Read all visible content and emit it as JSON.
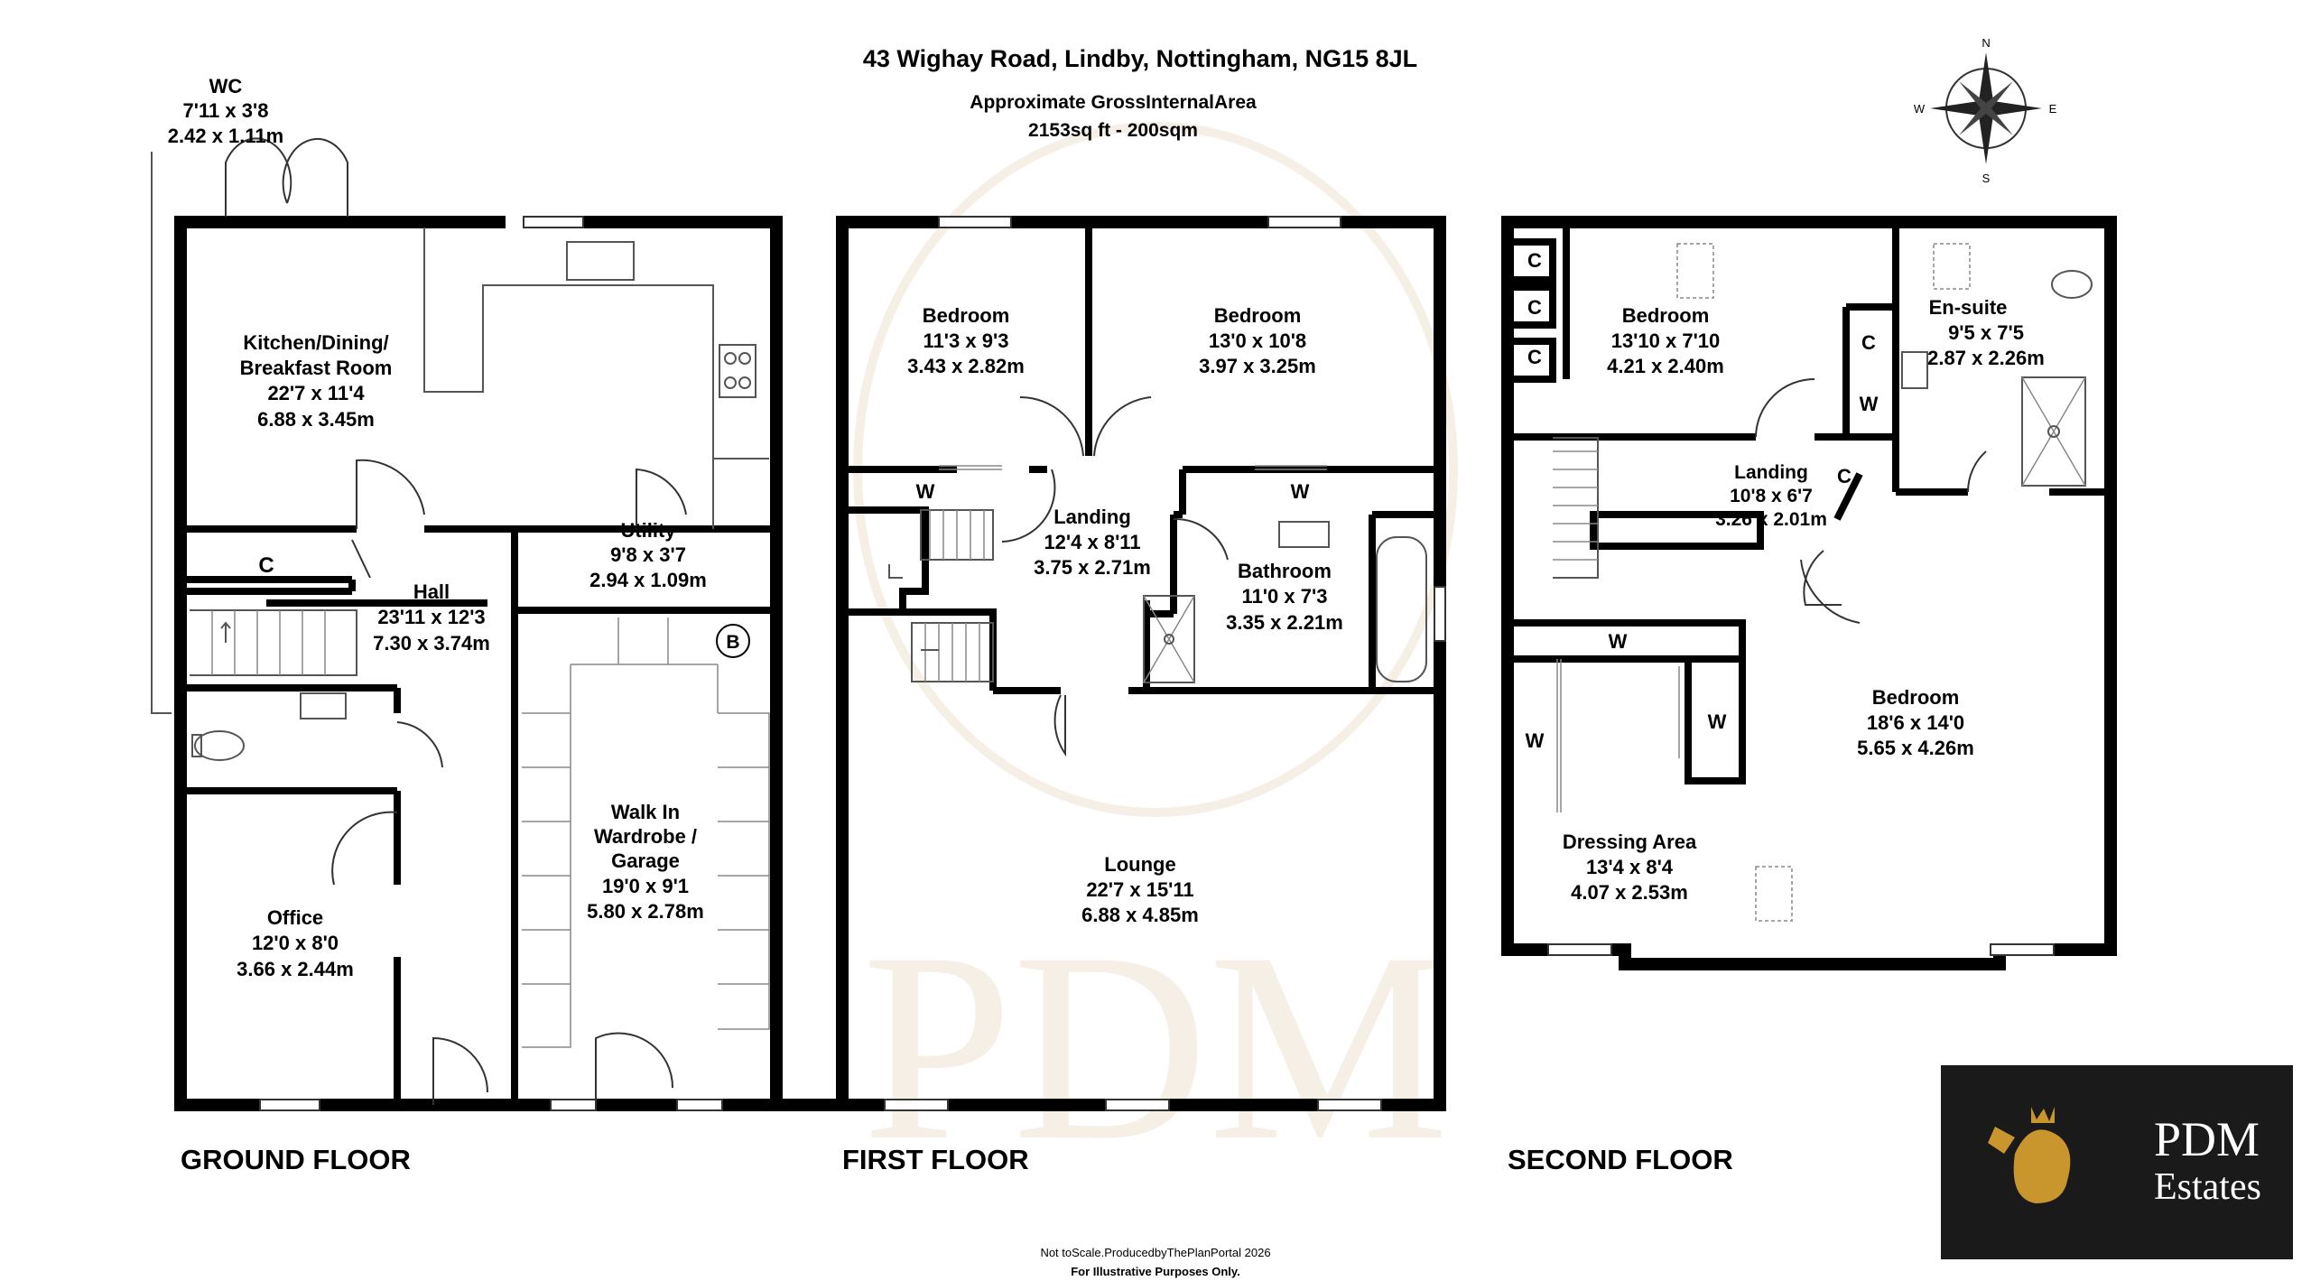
{
  "header": {
    "address": "43 Wighay Road, Lindby, Nottingham, NG15 8JL",
    "area_title": "Approximate GrossInternalArea",
    "area_value": "2153sq ft - 200sqm"
  },
  "compass": {
    "n": "N",
    "s": "S",
    "e": "E",
    "w": "W"
  },
  "floors": {
    "ground": "GROUND FLOOR",
    "first": "FIRST FLOOR",
    "second": "SECOND FLOOR"
  },
  "rooms": {
    "wc": {
      "name": "WC",
      "imperial": "7'11 x 3'8",
      "metric": "2.42 x 1.11m"
    },
    "kitchen": {
      "name1": "Kitchen/Dining/",
      "name2": "Breakfast Room",
      "imperial": "22'7 x 11'4",
      "metric": "6.88 x 3.45m"
    },
    "hall": {
      "name": "Hall",
      "imperial": "23'11 x 12'3",
      "metric": "7.30 x 3.74m"
    },
    "utility": {
      "name": "Utility",
      "imperial": "9'8 x 3'7",
      "metric": "2.94 x 1.09m"
    },
    "garage": {
      "name1": "Walk In",
      "name2": "Wardrobe /",
      "name3": "Garage",
      "imperial": "19'0 x 9'1",
      "metric": "5.80 x 2.78m"
    },
    "office": {
      "name": "Office",
      "imperial": "12'0 x 8'0",
      "metric": "3.66 x 2.44m"
    },
    "ff_bedroom1": {
      "name": "Bedroom",
      "imperial": "11'3 x 9'3",
      "metric": "3.43 x 2.82m"
    },
    "ff_bedroom2": {
      "name": "Bedroom",
      "imperial": "13'0 x 10'8",
      "metric": "3.97 x 3.25m"
    },
    "ff_landing": {
      "name": "Landing",
      "imperial": "12'4 x 8'11",
      "metric": "3.75 x 2.71m"
    },
    "bathroom": {
      "name": "Bathroom",
      "imperial": "11'0 x 7'3",
      "metric": "3.35 x 2.21m"
    },
    "lounge": {
      "name": "Lounge",
      "imperial": "22'7 x 15'11",
      "metric": "6.88 x 4.85m"
    },
    "sf_bedroom1": {
      "name": "Bedroom",
      "imperial": "13'10 x 7'10",
      "metric": "4.21 x 2.40m"
    },
    "ensuite": {
      "name": "En-suite",
      "imperial": "9'5 x 7'5",
      "metric": "2.87 x 2.26m"
    },
    "sf_landing": {
      "name": "Landing",
      "imperial": "10'8 x 6'7",
      "metric": "3.26 x 2.01m"
    },
    "sf_bedroom2": {
      "name": "Bedroom",
      "imperial": "18'6 x 14'0",
      "metric": "5.65 x 4.26m"
    },
    "dressing": {
      "name": "Dressing Area",
      "imperial": "13'4 x 8'4",
      "metric": "4.07 x 2.53m"
    }
  },
  "markers": {
    "cupboard": "C",
    "wardrobe": "W",
    "boiler": "B"
  },
  "footer": {
    "line1": "Not toScale.ProducedbyThePlanPortal 2026",
    "line2": "For Illustrative Purposes Only."
  },
  "logo": {
    "line1": "PDM",
    "line2": "Estates"
  },
  "watermark": "PDM",
  "colors": {
    "wall": "#000000",
    "logo_bg": "#1a1a1a",
    "logo_text": "#ffffff",
    "logo_gold": "#c9962e",
    "watermark": "#e9dccb"
  }
}
